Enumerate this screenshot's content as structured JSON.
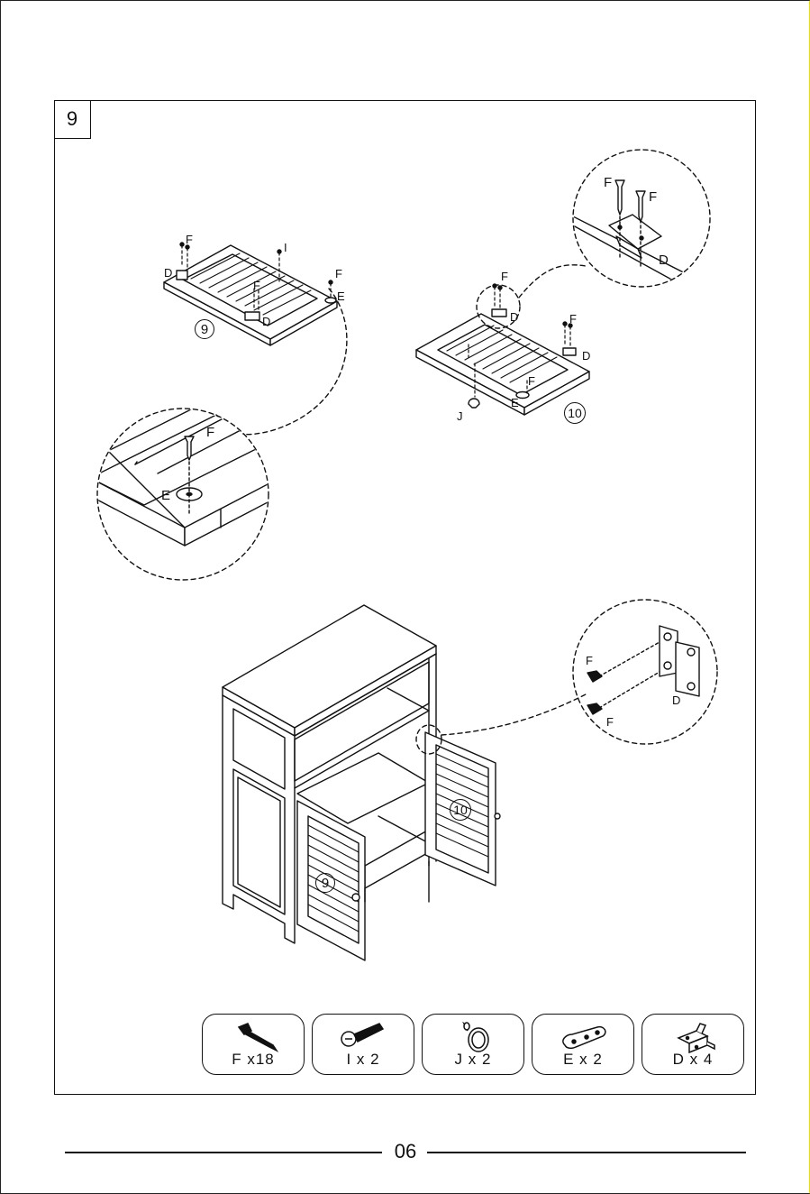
{
  "step": {
    "number": "9"
  },
  "labels": {
    "F": "F",
    "I": "I",
    "D": "D",
    "E": "E",
    "J": "J"
  },
  "panels": {
    "door_left": "9",
    "door_right": "10"
  },
  "parts": [
    {
      "icon": "screw-f-icon",
      "qty": "F x18"
    },
    {
      "icon": "bolt-i-icon",
      "qty": "I  x 2"
    },
    {
      "icon": "knob-j-icon",
      "qty": "J x 2"
    },
    {
      "icon": "plate-e-icon",
      "qty": "E x 2"
    },
    {
      "icon": "hinge-d-icon",
      "qty": "D x 4"
    }
  ],
  "footer": {
    "page_number": "06"
  }
}
